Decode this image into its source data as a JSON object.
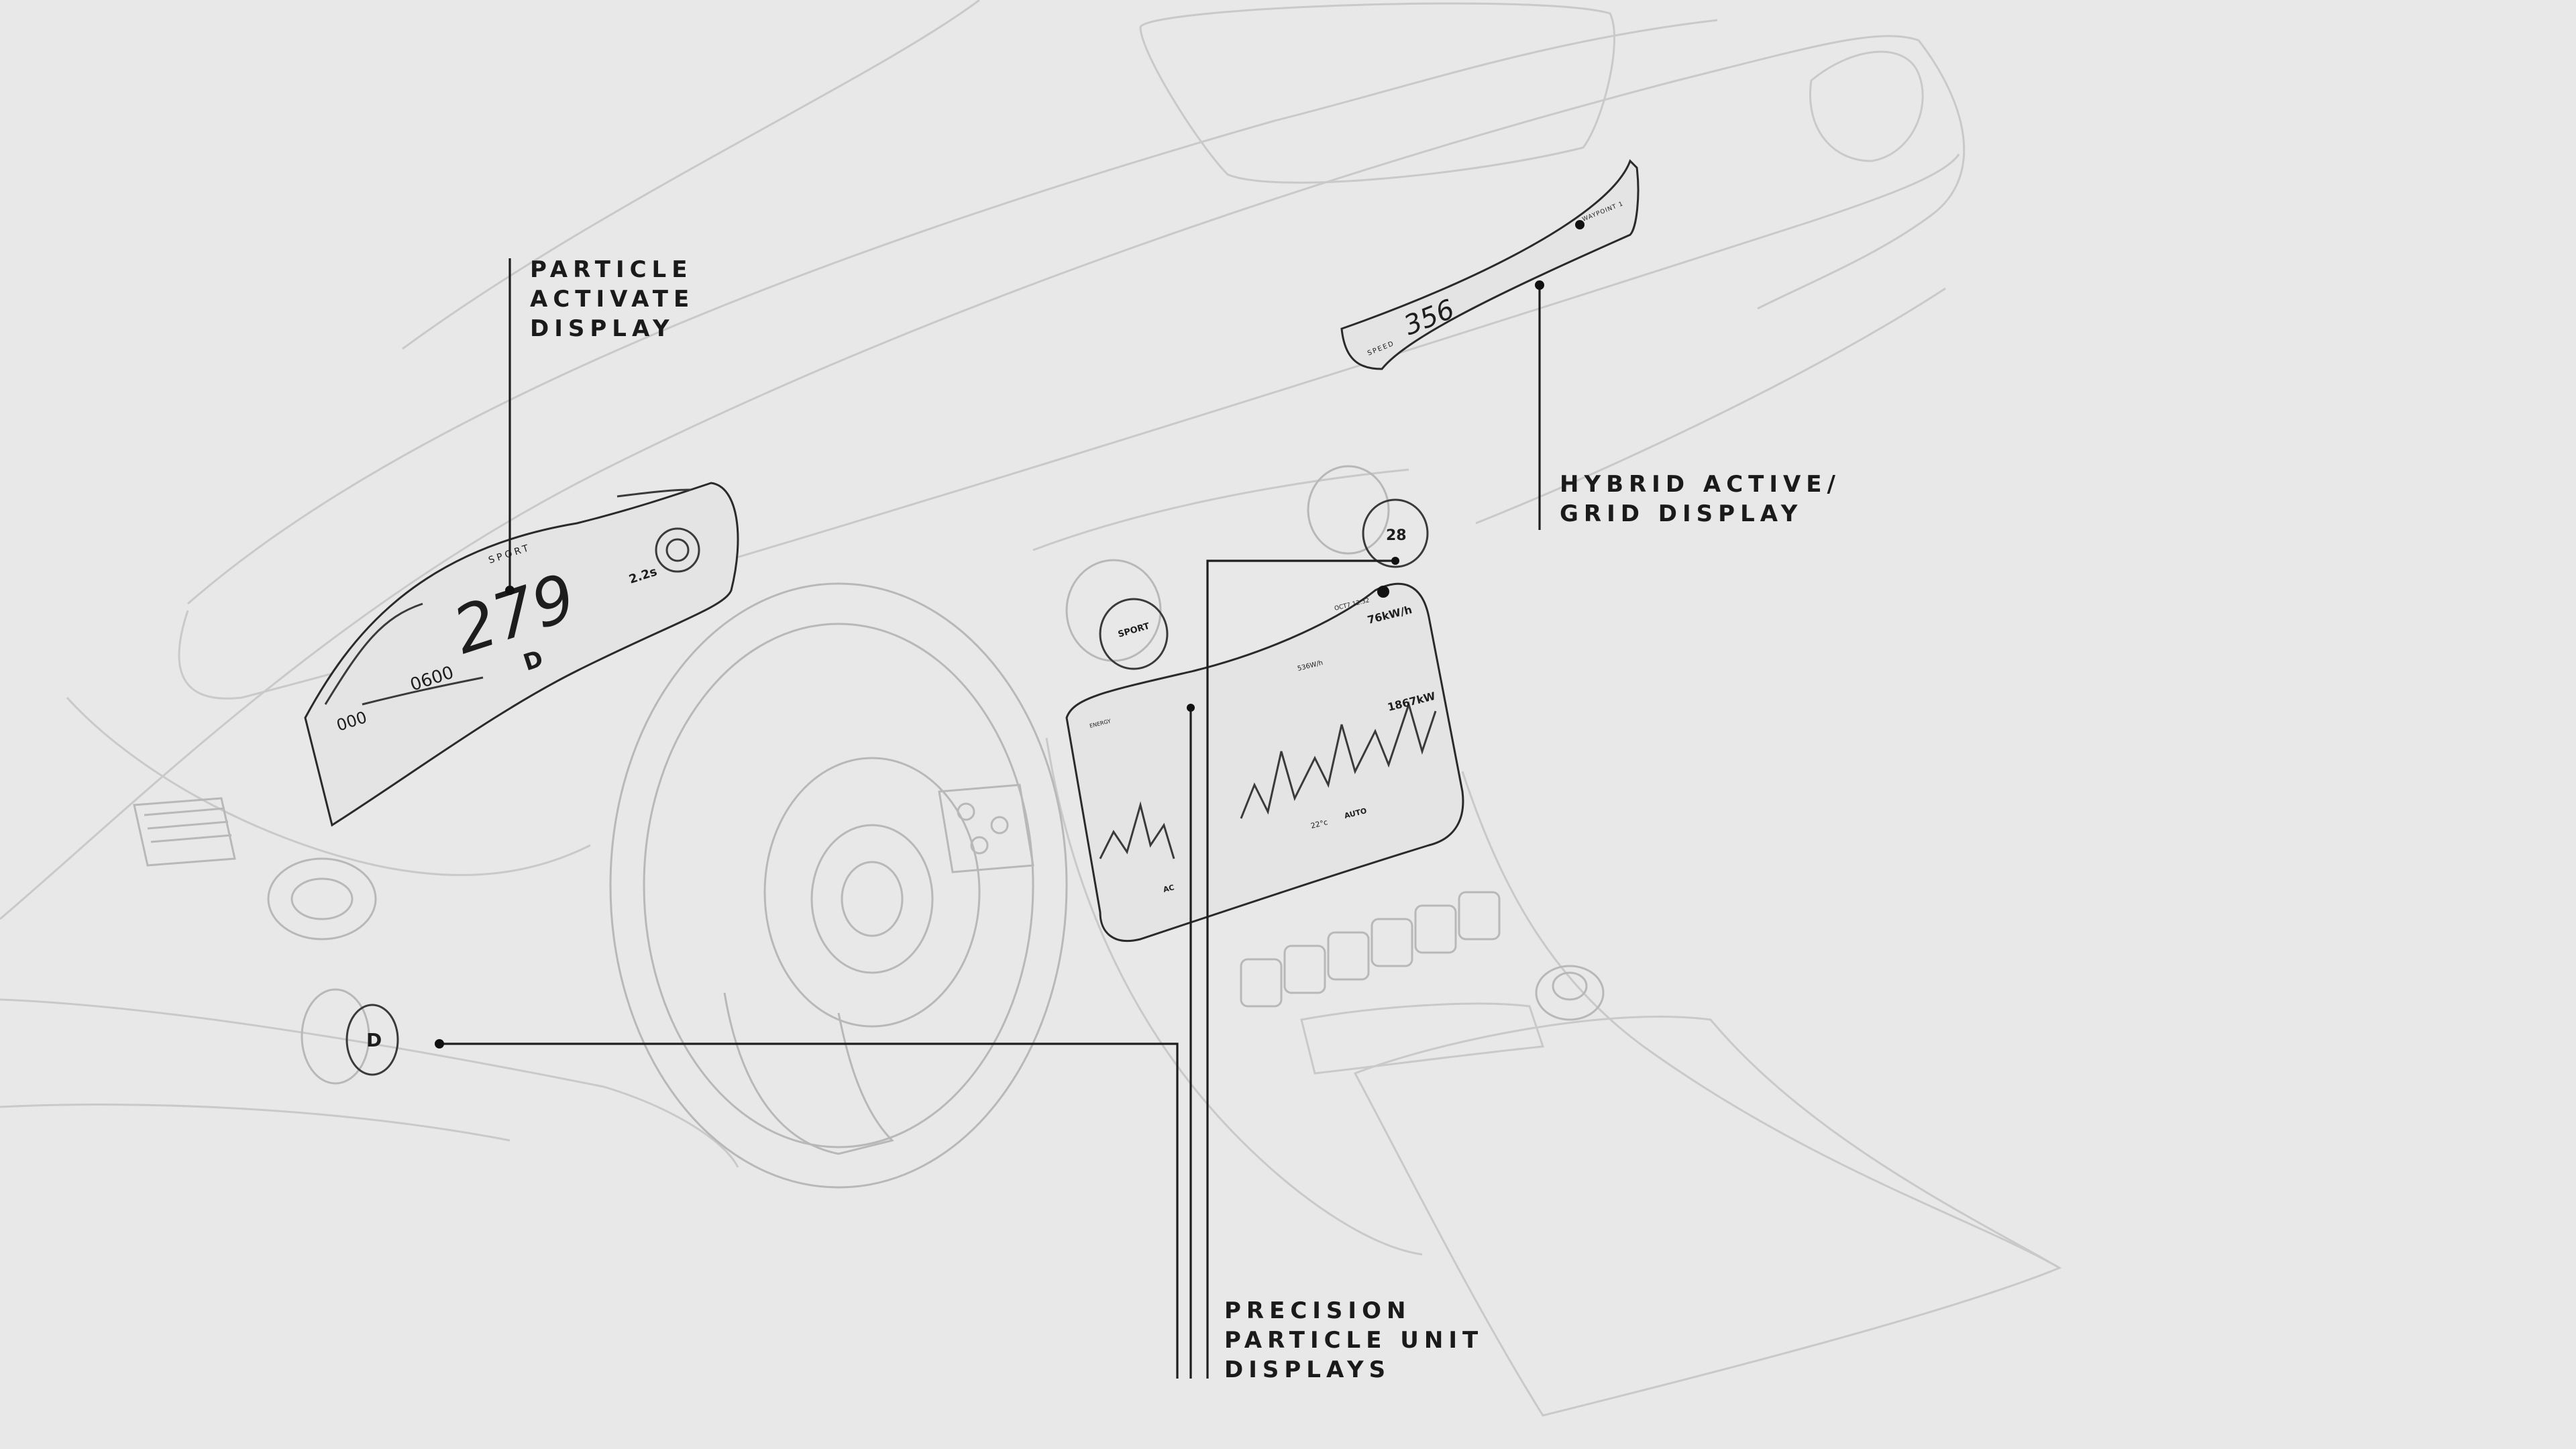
{
  "callouts": {
    "particle_activate": [
      "PARTICLE",
      "ACTIVATE",
      "DISPLAY"
    ],
    "hybrid_active": [
      "HYBRID ACTIVE/",
      "GRID DISPLAY"
    ],
    "precision_particle": [
      "PRECISION",
      "PARTICLE UNIT",
      "DISPLAYS"
    ]
  },
  "cluster_display": {
    "speed": "279",
    "gear": "D",
    "mode": "SPORT",
    "range": "2.2s",
    "odometer": "0600",
    "trip": "000"
  },
  "passenger_display": {
    "speed": "356",
    "speed_label": "SPEED",
    "waypoint": "WAYPOINT 1"
  },
  "center_display": {
    "top_reading": "76kW/h",
    "power_reading": "1867kW",
    "peak_label": "536W/h",
    "clock": "OCT7 12:32",
    "temperature": "22°c",
    "climate_mode": "AUTO",
    "ac_label": "AC",
    "back_label": "ENERGY"
  },
  "knobs": {
    "center_left": "SPORT",
    "center_right": "28",
    "left_gear": "D"
  }
}
